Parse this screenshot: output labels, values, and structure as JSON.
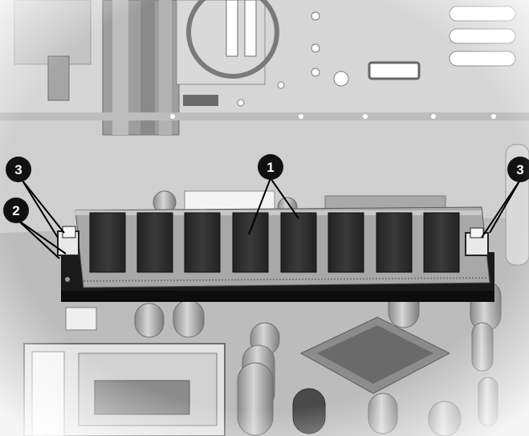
{
  "figure": {
    "callouts": [
      {
        "id": "1",
        "label": "1",
        "meaning": "memory-module"
      },
      {
        "id": "2",
        "label": "2",
        "meaning": "socket-end"
      },
      {
        "id": "3",
        "label": "3",
        "meaning": "retaining-clip"
      }
    ]
  },
  "colors": {
    "background": "#c9c9c9",
    "board": "#b8b8b8",
    "module_pcb": "#a6a6a6",
    "chip": "#2e2e2e",
    "socket": "#1c1c1c",
    "callout_fill": "#111111",
    "callout_text": "#ffffff"
  }
}
